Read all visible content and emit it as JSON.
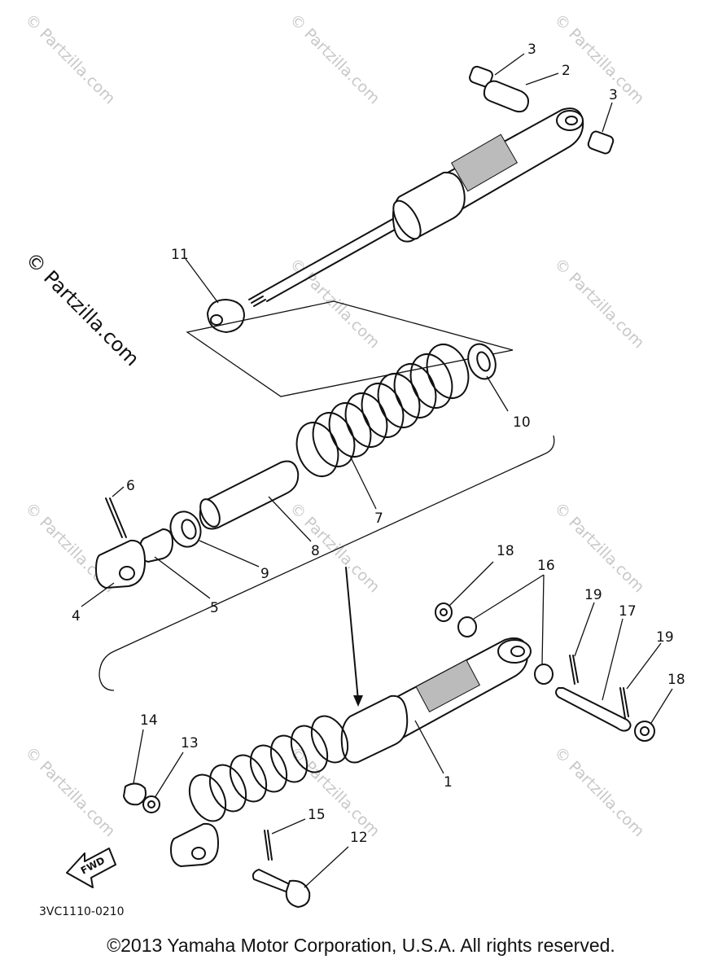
{
  "diagram": {
    "part_labels": {
      "p1": "1",
      "p2": "2",
      "p3a": "3",
      "p3b": "3",
      "p4": "4",
      "p5": "5",
      "p6": "6",
      "p7": "7",
      "p8": "8",
      "p9": "9",
      "p10": "10",
      "p11": "11",
      "p12": "12",
      "p13": "13",
      "p14": "14",
      "p15": "15",
      "p16": "16",
      "p17": "17",
      "p18a": "18",
      "p18b": "18",
      "p19a": "19",
      "p19b": "19"
    },
    "fwd_label": "FWD",
    "drawing_code": "3VC1110-0210",
    "watermark_main": "© Partzilla.com",
    "watermark_tile": "© Partzilla.com"
  },
  "footer": {
    "copyright": "©2013 Yamaha Motor Corporation, U.S.A. All rights reserved."
  }
}
